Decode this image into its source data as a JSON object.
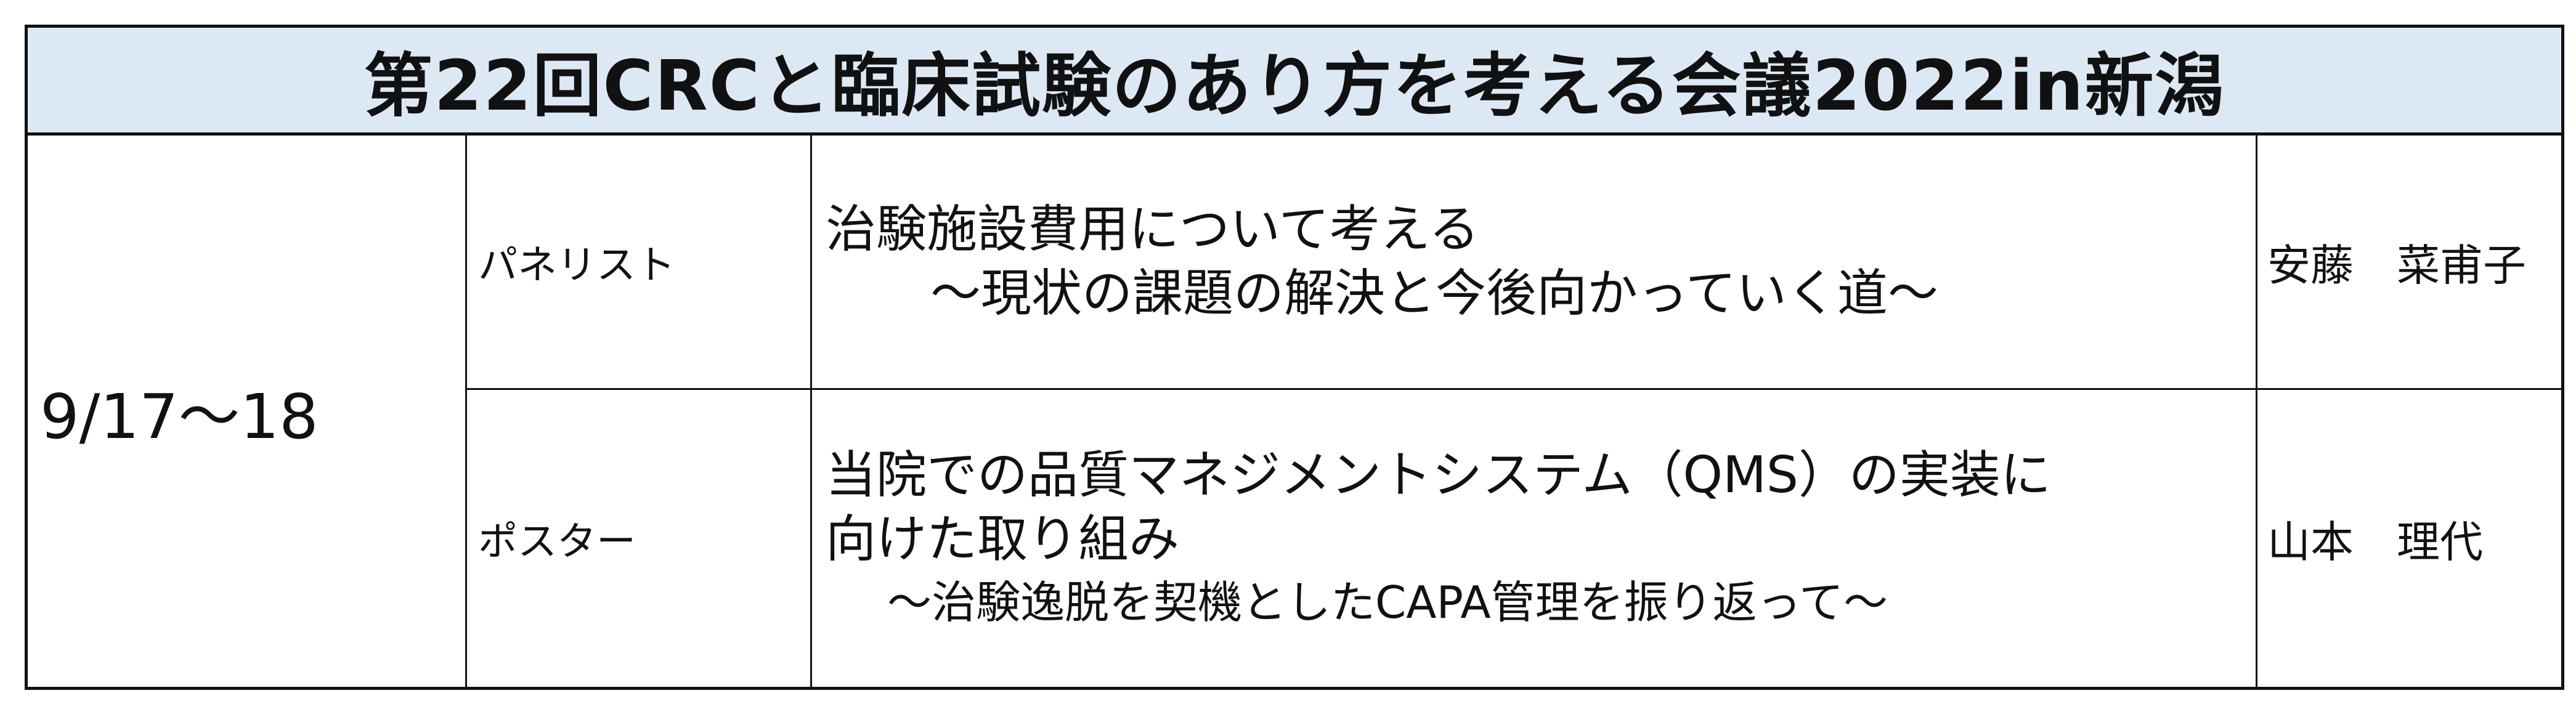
{
  "title": "第22回CRCと臨床試験のあり方を考える会議2022in新潟",
  "date": "9/17～18",
  "rows": [
    {
      "role": "パネリスト",
      "topic_lines": [
        "治験施設費用について考える",
        "～現状の課題の解決と今後向かっていく道～"
      ],
      "name": "安藤　菜甫子"
    },
    {
      "role": "ポスター",
      "topic_lines": [
        "当院での品質マネジメントシステム（QMS）の実装に",
        "向けた取り組み",
        "～治験逸脱を契機としたCAPA管理を振り返って～"
      ],
      "name": "山本　理代"
    }
  ]
}
